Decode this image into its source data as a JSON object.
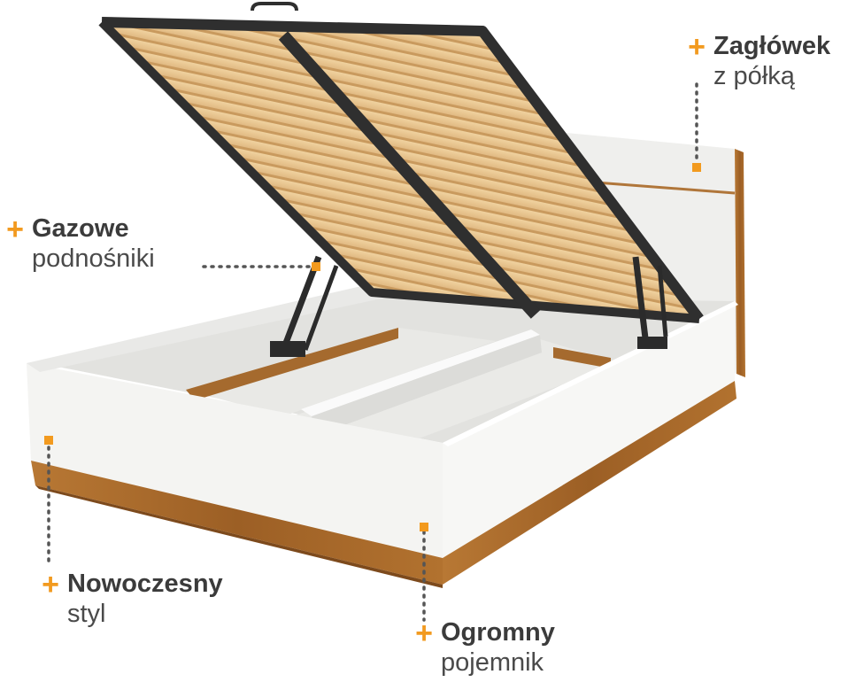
{
  "callouts": {
    "headboard": {
      "title": "Zagłówek",
      "subtitle": "z półką"
    },
    "gas_lifts": {
      "title": "Gazowe",
      "subtitle": "podnośniki"
    },
    "style": {
      "title": "Nowoczesny",
      "subtitle": "styl"
    },
    "storage": {
      "title": "Ogromny",
      "subtitle": "pojemnik"
    }
  },
  "colors": {
    "accent": "#f29a1f",
    "text_dark": "#3b3b3b",
    "frame_white": "#f3f3f1",
    "oak": "#a8692c",
    "metal": "#2f2f2f",
    "slat": "#e8c48e"
  },
  "plus_symbol": "+"
}
